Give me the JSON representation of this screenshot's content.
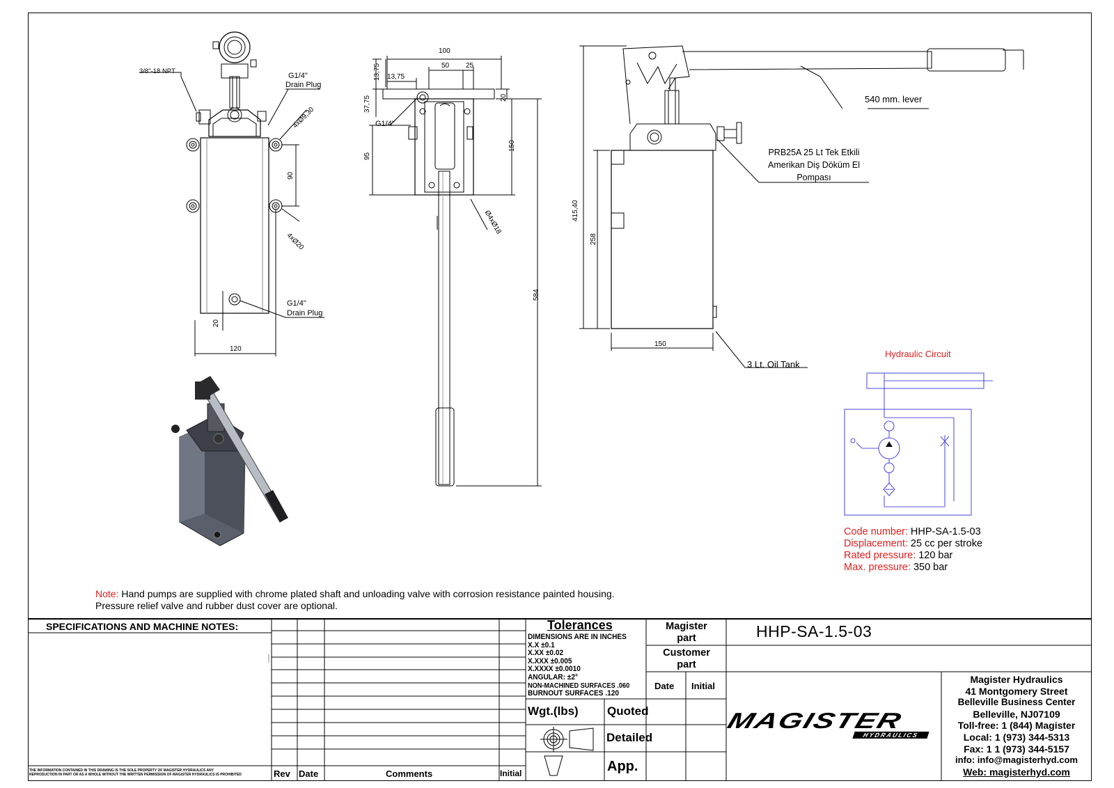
{
  "drawing": {
    "callouts": {
      "npt": "3/8\"-18 NPT",
      "drain_plug_top_size": "G1/4\"",
      "drain_plug_top_label": "Drain Plug",
      "holes_top": "4xØ9,30",
      "holes_mid": "4xØ20",
      "drain_plug_bottom_size": "G1/4\"",
      "drain_plug_bottom_label": "Drain Plug",
      "lever": "540 mm. lever",
      "product_line1": "PRB25A 25 Lt Tek Etkili",
      "product_line2": "Amerikan Diş Döküm El",
      "product_line3": "Pompası",
      "oil_tank": "3 Lt. Oil Tank",
      "g14_side": "G1/4\"",
      "holes_side": "Ø4xØ18"
    },
    "dims_front": {
      "d90": "90",
      "d20": "20",
      "d120": "120"
    },
    "dims_side": {
      "d100": "100",
      "d50": "50",
      "d25": "25",
      "d13_75a": "13,75",
      "d13_75b": "13,75",
      "d37_75": "37,75",
      "d20": "20",
      "d95": "95",
      "d150": "150",
      "d584": "584"
    },
    "dims_right": {
      "d415": "415,40",
      "d258": "258",
      "d150": "150"
    }
  },
  "hydraulic_circuit": {
    "title": "Hydraulic Circuit"
  },
  "specs": [
    {
      "key": "Code number:",
      "value": "HHP-SA-1.5-03"
    },
    {
      "key": "Displacement:",
      "value": "25 cc per stroke"
    },
    {
      "key": "Rated pressure:",
      "value": "120 bar"
    },
    {
      "key": "Max. pressure:",
      "value": "350 bar"
    }
  ],
  "note": {
    "key": "Note:",
    "line1": "Hand pumps are supplied with chrome plated shaft and unloading valve with corrosion resistance painted housing.",
    "line2": "Pressure relief valve and rubber dust cover are optional."
  },
  "title_block": {
    "spec_header": "SPECIFICATIONS AND MACHINE NOTES:",
    "disclaimer_line1": "THE INFORMATION CONTAINED IN THIS DRAWING IS THE SOLE PROPERTY OF MAGISTER HYDRAULICS ANY",
    "disclaimer_line2": "REPRODUCTION IN PART OR AS A WHOLE WITHOUT THE WRITTEN PERMISSION OF MAGISTER HYDRAULICS IS PROHIBITED",
    "rev": "Rev",
    "date": "Date",
    "comments": "Comments",
    "initial": "Initial",
    "tolerances_title": "Tolerances",
    "tolerances_lines": [
      "DIMENSIONS ARE IN INCHES",
      "X.X ±0.1",
      "X.XX ±0.02",
      "X.XXX ±0.005",
      "X.XXXX ±0.0010",
      "ANGULAR: ±2°",
      "NON-MACHINED SURFACES .060",
      "BURNOUT SURFACES .120"
    ],
    "weight": "Wgt.(lbs)",
    "quoted": "Quoted",
    "detailed": "Detailed",
    "app": "App.",
    "magister_part_1": "Magister",
    "magister_part_2": "part",
    "customer_part_1": "Customer",
    "customer_part_2": "part",
    "date2": "Date",
    "initial2": "Initial",
    "part_number": "HHP-SA-1.5-03",
    "logo_word": "MAGISTER",
    "logo_sub": "HYDRAULICS",
    "company": [
      "Magister Hydraulics",
      "41 Montgomery Street",
      "Belleville Business Center",
      "Belleville, NJ07109",
      "Toll-free: 1 (844) Magister",
      "Local: 1 (973) 344-5313",
      "Fax: 1 1 (973) 344-5157",
      "info: info@magisterhyd.com",
      "Web: magisterhyd.com"
    ]
  },
  "colors": {
    "red": "#e0201f",
    "circuit_blue": "#5555dd",
    "tank_gray": "#60646e"
  }
}
